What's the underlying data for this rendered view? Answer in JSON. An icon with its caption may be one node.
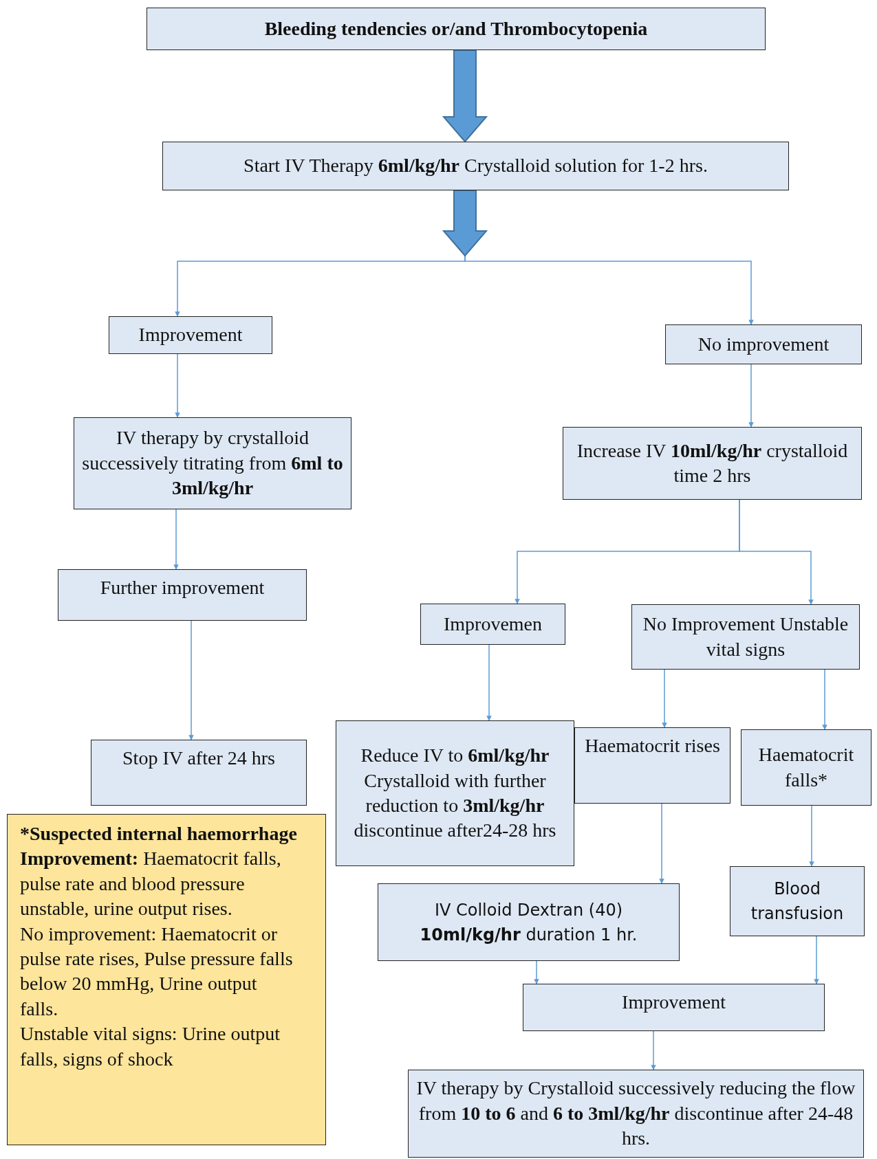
{
  "diagram": {
    "nodes": [
      {
        "text": [
          "Bleeding tendencies or/and Thrombocytopenia"
        ]
      },
      {
        "text": [
          "Start IV Therapy **6ml/kg/hr** Crystalloid solution for 1-2 hrs."
        ]
      },
      {
        "text": [
          "Improvement"
        ]
      },
      {
        "text": [
          "No improvement"
        ]
      },
      {
        "text": [
          "IV therapy by crystalloid successively titrating from **6ml to 3ml/kg/hr**"
        ]
      },
      {
        "text": [
          "Increase IV **10ml/kg/hr** crystalloid time 2 hrs"
        ]
      },
      {
        "text": [
          "Further improvement"
        ]
      },
      {
        "text": [
          "Improvemen"
        ]
      },
      {
        "text": [
          "No Improvement Unstable vital signs"
        ]
      },
      {
        "text": [
          "Stop IV after 24 hrs"
        ]
      },
      {
        "text": [
          "Reduce IV to **6ml/kg/hr** Crystalloid with further reduction to **3ml/kg/hr** discontinue after24-28 hrs"
        ]
      },
      {
        "text": [
          "Haematocrit rises"
        ]
      },
      {
        "text": [
          "Haematocrit falls*"
        ]
      },
      {
        "text": [
          "Blood transfusion"
        ]
      },
      {
        "text": [
          "IV Colloid Dextran (40) **10ml/kg/hr** duration 1 hr."
        ]
      },
      {
        "text": [
          "Improvement"
        ]
      },
      {
        "text": [
          "IV therapy by Crystalloid successively reducing the flow from **10 to 6** and **6 to 3ml/kg/hr** discontinue after 24-48 hrs."
        ]
      },
      {
        "text": [
          "*Suspected internal haemorrhage",
          "**Improvement:** Haematocrit falls, pulse rate and blood pressure unstable, urine output rises.",
          "No improvement: Haematocrit or pulse rate rises, Pulse pressure falls below 20 mmHg, Urine output falls.",
          "Unstable vital signs: Urine output falls, signs of shock"
        ]
      }
    ],
    "edges": [
      {
        "from": 0,
        "to": 1,
        "arrow": "to",
        "style": "thick"
      },
      {
        "from": 1,
        "to": 2,
        "arrow": "to"
      },
      {
        "from": 1,
        "to": 3,
        "arrow": "to"
      },
      {
        "from": 2,
        "to": 4,
        "arrow": "to"
      },
      {
        "from": 3,
        "to": 5,
        "arrow": "to"
      },
      {
        "from": 4,
        "to": 6,
        "arrow": "to"
      },
      {
        "from": 5,
        "to": 7,
        "arrow": "to"
      },
      {
        "from": 5,
        "to": 8,
        "arrow": "to"
      },
      {
        "from": 6,
        "to": 9,
        "arrow": "to"
      },
      {
        "from": 7,
        "to": 10,
        "arrow": "to"
      },
      {
        "from": 8,
        "to": 11,
        "arrow": "to"
      },
      {
        "from": 8,
        "to": 12,
        "arrow": "to"
      },
      {
        "from": 11,
        "to": 14,
        "arrow": "to"
      },
      {
        "from": 12,
        "to": 13,
        "arrow": "to"
      },
      {
        "from": 14,
        "to": 15,
        "arrow": "to"
      },
      {
        "from": 13,
        "to": 15,
        "arrow": "to"
      },
      {
        "from": 15,
        "to": 16,
        "arrow": "to"
      }
    ]
  }
}
